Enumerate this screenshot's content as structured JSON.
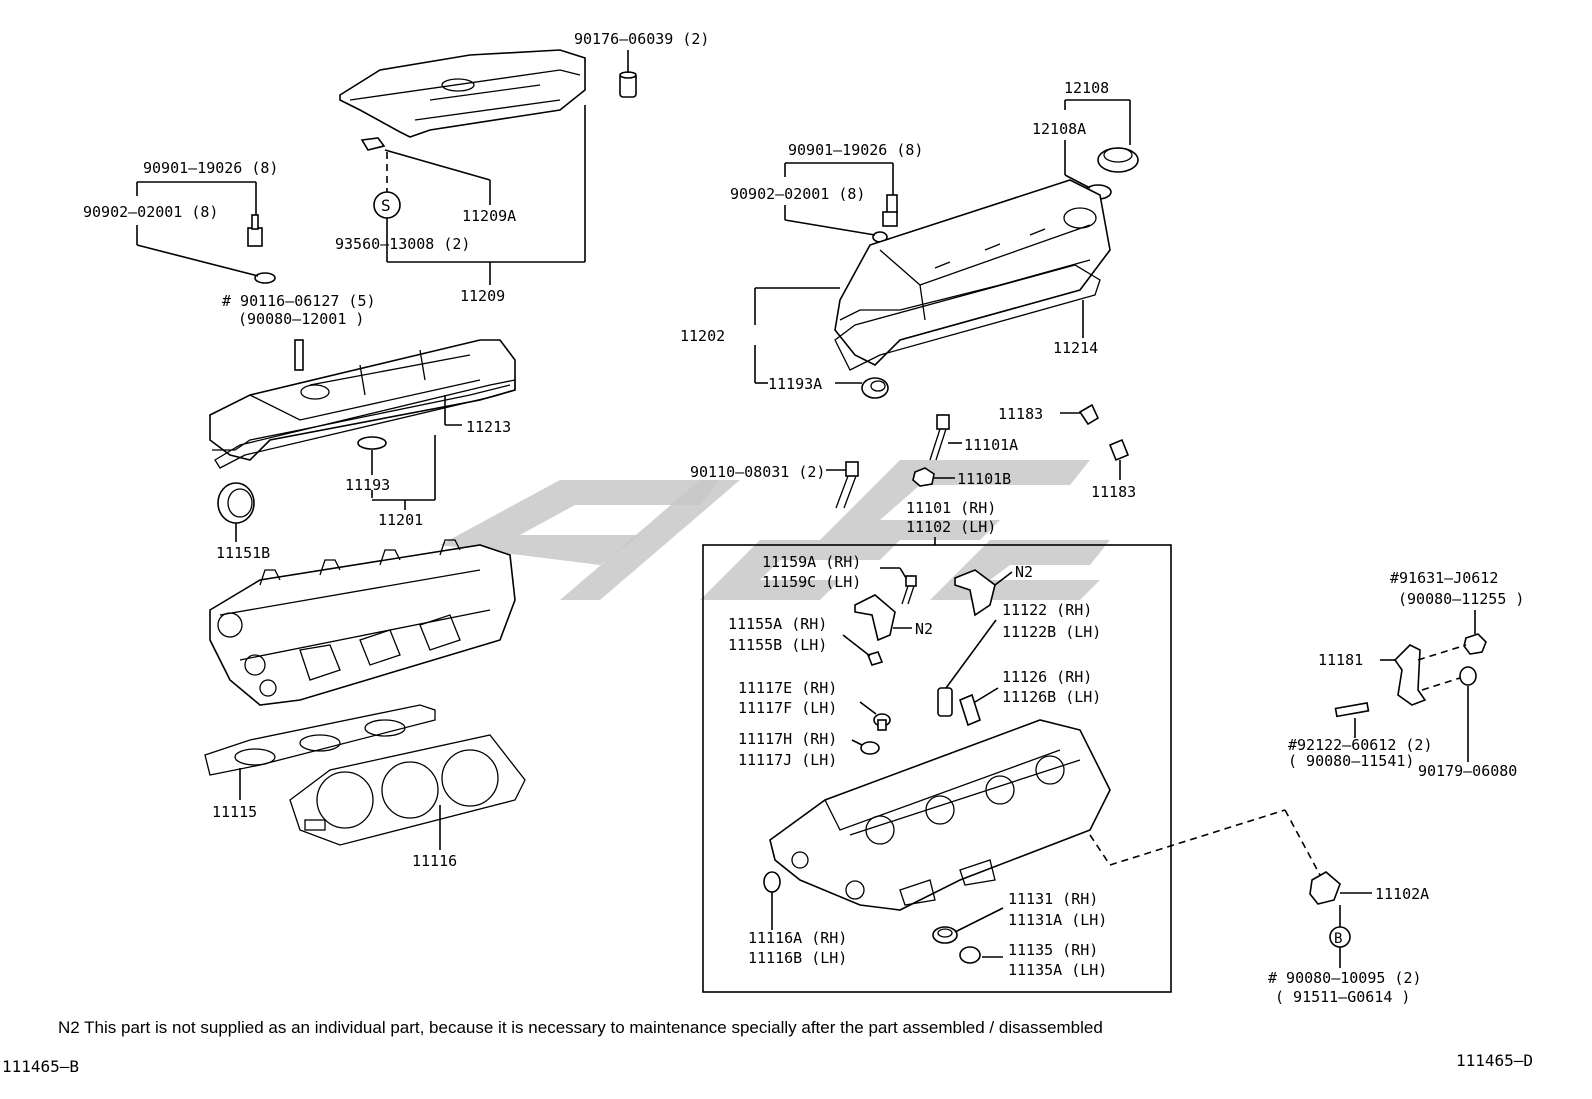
{
  "labels": {
    "p90176": "90176–06039 (2)",
    "p90901_left": "90901–19026 (8)",
    "p90902_left": "90902–02001 (8)",
    "p11209A": "11209A",
    "p93560": "93560–13008 (2)",
    "p11209": "11209",
    "p90116": "# 90116–06127 (5)",
    "p90080_12001": "(90080–12001 )",
    "p11213": "11213",
    "p11193": "11193",
    "p11201": "11201",
    "p11151B": "11151B",
    "p11115": "11115",
    "p11116": "11116",
    "p12108": "12108",
    "p12108A": "12108A",
    "p90901_right": "90901–19026 (8)",
    "p90902_right": "90902–02001 (8)",
    "p11202": "11202",
    "p11214": "11214",
    "p11193A": "11193A",
    "p11183_top": "11183",
    "p11101A": "11101A",
    "p90110": "90110–08031 (2)",
    "p11101B": "11101B",
    "p11183_bot": "11183",
    "p11101_rh": "11101 (RH)",
    "p11102_lh": "11102 (LH)",
    "p11159A": "11159A (RH)",
    "p11159C": "11159C (LH)",
    "n2_a": "N2",
    "n2_b": "N2",
    "p11155A": "11155A (RH)",
    "p11155B": "11155B (LH)",
    "p11122": "11122   (RH)",
    "p11122B": "11122B (LH)",
    "p11126": "11126   (RH)",
    "p11126B": "11126B (LH)",
    "p11117E": "11117E (RH)",
    "p11117F": "11117F (LH)",
    "p11117H": "11117H (RH)",
    "p11117J": "11117J (LH)",
    "p11116A": "11116A (RH)",
    "p11116B": "11116B (LH)",
    "p11131": "11131   (RH)",
    "p11131A": "11131A (LH)",
    "p11135": "11135   (RH)",
    "p11135A": "11135A (LH)",
    "p91631": "#91631–J0612",
    "p90080_11255": "(90080–11255 )",
    "p11181": "11181",
    "p92122": "#92122–60612 (2)",
    "p90080_11541": "( 90080–11541)",
    "p90179": "90179–06080",
    "p11102A": "11102A",
    "p90080_10095": "# 90080–10095 (2)",
    "p91511": "( 91511–G0614 )",
    "s_symbol": "S",
    "b_symbol": "B"
  },
  "note": "N2  This part is not supplied as an individual part, because it is necessary to maintenance specially after the part assembled / disassembled",
  "footer": {
    "left_code": "111465–B",
    "right_code": "111465–D"
  },
  "colors": {
    "line": "#000000",
    "background": "#ffffff",
    "watermark": "#c8c8c8"
  }
}
